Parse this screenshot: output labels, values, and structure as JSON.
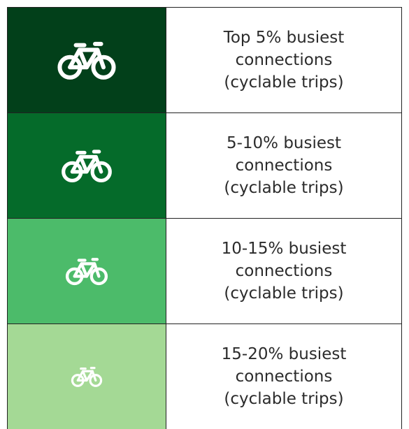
{
  "legend": {
    "rows": [
      {
        "color": "#02401a",
        "icon": "bicycle-icon",
        "label_line1": "Top 5% busiest",
        "label_line2": "connections",
        "label_line3": "(cyclable trips)"
      },
      {
        "color": "#056b2a",
        "icon": "bicycle-icon",
        "label_line1": "5-10% busiest",
        "label_line2": "connections",
        "label_line3": "(cyclable trips)"
      },
      {
        "color": "#4cbb6a",
        "icon": "bicycle-icon",
        "label_line1": "10-15% busiest",
        "label_line2": "connections",
        "label_line3": "(cyclable trips)"
      },
      {
        "color": "#a4d995",
        "icon": "bicycle-icon",
        "label_line1": "15-20% busiest",
        "label_line2": "connections",
        "label_line3": "(cyclable trips)"
      }
    ]
  }
}
